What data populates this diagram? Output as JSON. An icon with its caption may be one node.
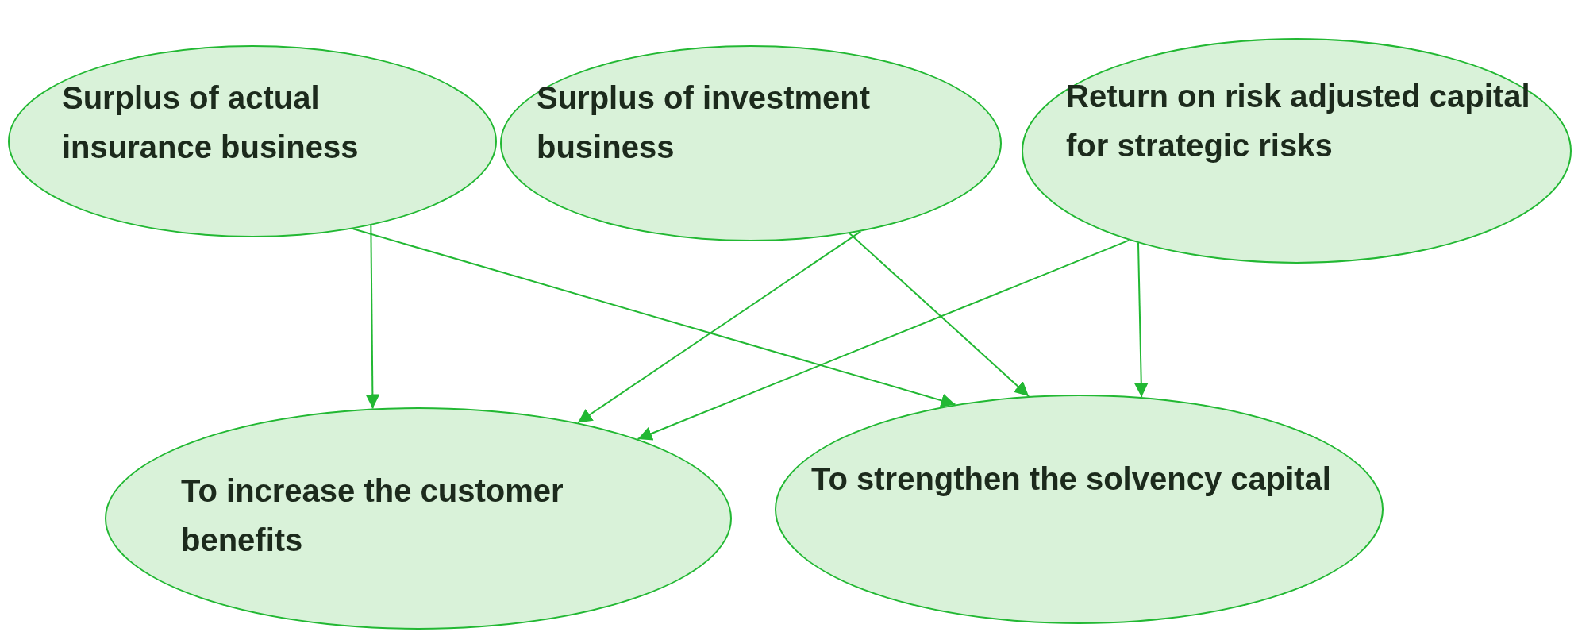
{
  "diagram": {
    "nodes": [
      {
        "text": [
          "Surplus of actual insurance business"
        ]
      },
      {
        "text": [
          "Surplus of investment business"
        ]
      },
      {
        "text": [
          "Return on risk adjusted capital for strategic risks"
        ]
      },
      {
        "text": [
          "To increase the customer benefits"
        ]
      },
      {
        "text": [
          "To strengthen the solvency capital"
        ]
      }
    ],
    "edges": [
      {
        "from": 0,
        "to": 3,
        "arrow": "to"
      },
      {
        "from": 0,
        "to": 4,
        "arrow": "to"
      },
      {
        "from": 1,
        "to": 3,
        "arrow": "to"
      },
      {
        "from": 1,
        "to": 4,
        "arrow": "to"
      },
      {
        "from": 2,
        "to": 3,
        "arrow": "to"
      },
      {
        "from": 2,
        "to": 4,
        "arrow": "to"
      }
    ]
  }
}
